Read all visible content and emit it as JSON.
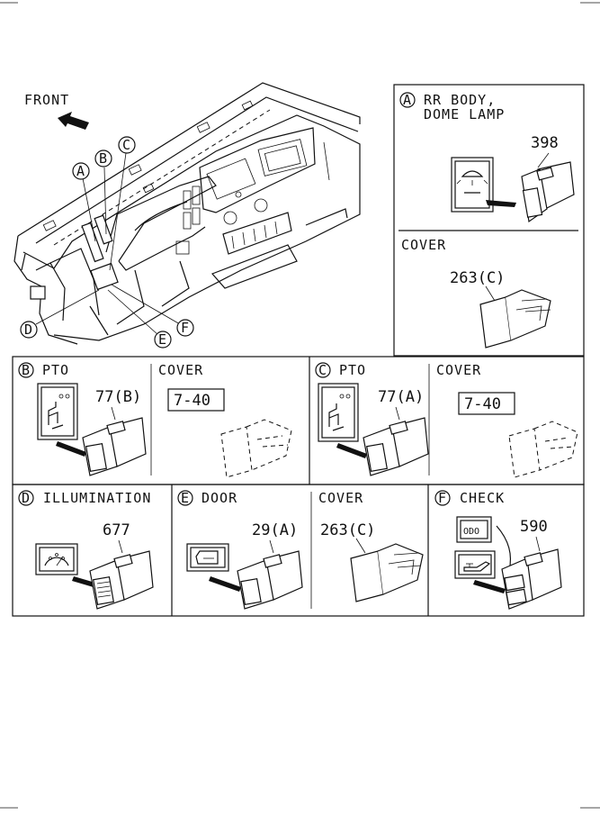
{
  "overview": {
    "front_label": "FRONT",
    "callouts": [
      "A",
      "B",
      "C",
      "D",
      "E",
      "F"
    ]
  },
  "panel_a": {
    "letter": "A",
    "title_line1": "RR BODY,",
    "title_line2": "DOME LAMP",
    "part_no": "398",
    "cover_label": "COVER",
    "cover_part_no": "263(C)"
  },
  "panel_b": {
    "letter": "B",
    "title": "PTO",
    "part_no": "77(B)",
    "cover_label": "COVER",
    "cover_ref": "7-40"
  },
  "panel_c": {
    "letter": "C",
    "title": "PTO",
    "part_no": "77(A)",
    "cover_label": "COVER",
    "cover_ref": "7-40"
  },
  "panel_d": {
    "letter": "D",
    "title": "ILLUMINATION",
    "part_no": "677"
  },
  "panel_e": {
    "letter": "E",
    "title": "DOOR",
    "part_no": "29(A)",
    "cover_label": "COVER",
    "cover_part_no": "263(C)"
  },
  "panel_f": {
    "letter": "F",
    "title": "CHECK",
    "part_no": "590",
    "odo_label": "ODO"
  }
}
